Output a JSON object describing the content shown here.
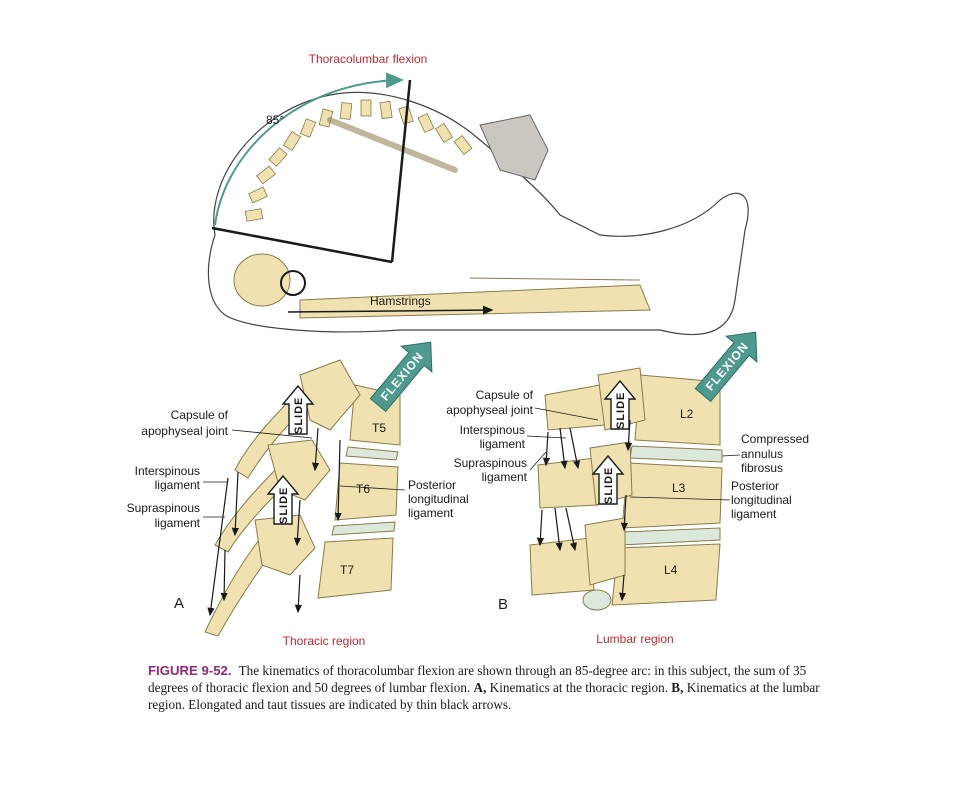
{
  "top": {
    "title": "Thoracolumbar flexion",
    "angle": "85°",
    "hamstrings": "Hamstrings"
  },
  "thoracic": {
    "capsule": [
      "Capsule of",
      "apophyseal joint"
    ],
    "interspinous": [
      "Interspinous",
      "ligament"
    ],
    "supraspinous": [
      "Supraspinous",
      "ligament"
    ],
    "posterior": [
      "Posterior",
      "longitudinal",
      "ligament"
    ],
    "vertebrae": [
      "T5",
      "T6",
      "T7"
    ],
    "slide": "SLIDE",
    "flexion": "FLEXION",
    "panel": "A",
    "region": "Thoracic region"
  },
  "lumbar": {
    "capsule": [
      "Capsule of",
      "apophyseal joint"
    ],
    "interspinous": [
      "Interspinous",
      "ligament"
    ],
    "supraspinous": [
      "Supraspinous",
      "ligament"
    ],
    "compressed": [
      "Compressed",
      "annulus",
      "fibrosus"
    ],
    "posterior": [
      "Posterior",
      "longitudinal",
      "ligament"
    ],
    "vertebrae": [
      "L2",
      "L3",
      "L4"
    ],
    "slide": "SLIDE",
    "flexion": "FLEXION",
    "panel": "B",
    "region": "Lumbar region"
  },
  "caption": {
    "figure": "FIGURE 9-52.",
    "text1": "The kinematics of thoracolumbar flexion are shown through an 85-degree arc: in this subject, the sum of 35 degrees of thoracic flexion and 50 degrees of lumbar flexion.",
    "a_label": "A,",
    "text2": "Kinematics at the thoracic region.",
    "b_label": "B,",
    "text3": "Kinematics at the lumbar region. Elongated and taut tissues are indicated by thin black arrows."
  },
  "colors": {
    "bone": "#f0e2b0",
    "bone_edge": "#8a7a4a",
    "disc": "#dde8dc",
    "teal_arrow": "#4e9a8e",
    "red_text": "#c0282d",
    "caption_fig": "#8e2a74"
  }
}
